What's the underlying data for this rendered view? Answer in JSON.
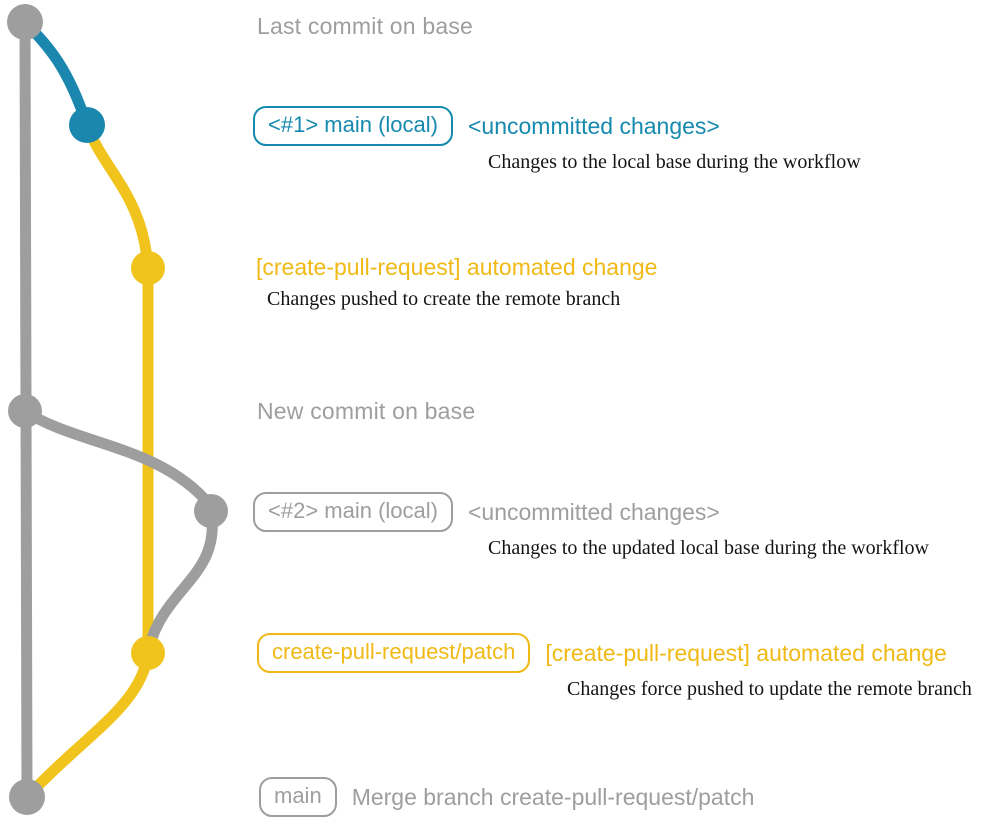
{
  "colors": {
    "branch_gray": "#9e9e9e",
    "branch_teal": "#1b87ae",
    "branch_yellow": "#f0c41c",
    "label_gray": "#9e9e9e",
    "label_teal": "#158aae",
    "label_yellow": "#f0b915",
    "description_text": "#141414"
  },
  "annotations": {
    "last_commit_label": "Last commit on base",
    "new_commit_label": "New commit on base",
    "row1": {
      "branch_tag": "<#1> main (local)",
      "commit_message": "<uncommitted changes>",
      "description": "Changes to the local base during the workflow"
    },
    "row2": {
      "commit_message": "[create-pull-request] automated change",
      "description": "Changes pushed to create the remote branch"
    },
    "row3": {
      "branch_tag": "<#2> main (local)",
      "commit_message": "<uncommitted changes>",
      "description": "Changes to the updated local base during the workflow"
    },
    "row4": {
      "branch_tag": "create-pull-request/patch",
      "commit_message": "[create-pull-request] automated change",
      "description": "Changes force pushed to update the remote branch"
    },
    "row5": {
      "branch_tag": "main",
      "commit_message": "Merge branch create-pull-request/patch"
    }
  },
  "graph": {
    "commits": [
      {
        "name": "last-commit-on-base",
        "branch": "base",
        "color_key": "branch_gray"
      },
      {
        "name": "uncommitted-changes-1",
        "branch": "main-local",
        "color_key": "branch_teal"
      },
      {
        "name": "automated-change-1",
        "branch": "create-pull-request-patch",
        "color_key": "branch_yellow"
      },
      {
        "name": "new-commit-on-base",
        "branch": "base",
        "color_key": "branch_gray"
      },
      {
        "name": "uncommitted-changes-2",
        "branch": "main-local",
        "color_key": "branch_gray"
      },
      {
        "name": "automated-change-2",
        "branch": "create-pull-request-patch",
        "color_key": "branch_yellow"
      },
      {
        "name": "merge-commit",
        "branch": "base",
        "color_key": "branch_gray"
      }
    ]
  }
}
